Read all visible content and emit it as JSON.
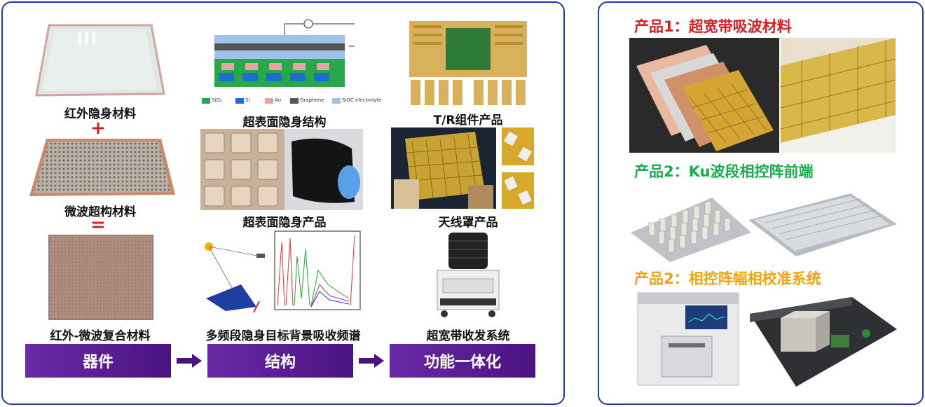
{
  "left": {
    "col1": {
      "cap1": "红外隐身材料",
      "plus": "+",
      "cap2": "微波超构材料",
      "equals": "=",
      "cap3": "红外-微波复合材料"
    },
    "col2": {
      "cap1": "超表面隐身结构",
      "cap2": "超表面隐身产品",
      "cap3": "多频段隐身目标背景吸收频谱",
      "legend": [
        "SiO₂",
        "Si",
        "Au",
        "Graphene",
        "SiOC electrolyte"
      ]
    },
    "col3": {
      "cap1": "T/R组件产品",
      "cap2": "天线罩产品",
      "cap3": "超宽带收发系统"
    },
    "bars": [
      "器件",
      "结构",
      "功能一体化"
    ]
  },
  "right": {
    "title1": "产品1：超宽带吸波材料",
    "title2": "产品2：Ku波段相控阵前端",
    "title3": "产品2：相控阵幅相校准系统",
    "colors": {
      "red": "#d81e1e",
      "green": "#12b04a",
      "orange": "#f2a20c"
    }
  },
  "colors": {
    "border": "#1f3aa8",
    "bar": "#5a1c93",
    "accent_red": "#d0201f"
  }
}
